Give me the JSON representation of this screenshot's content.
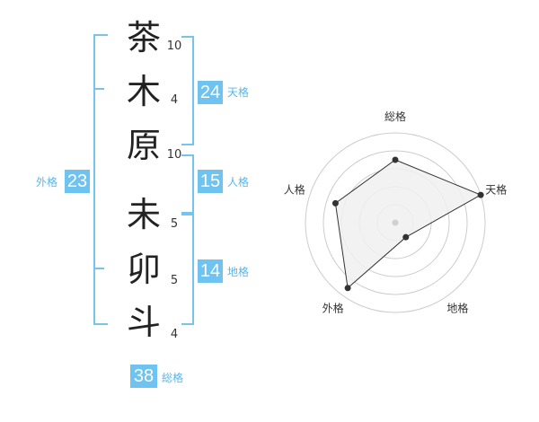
{
  "name_chars": [
    "茶",
    "木",
    "原",
    "未",
    "卯",
    "斗"
  ],
  "strokes": [
    "10",
    "4",
    "10",
    "5",
    "5",
    "4"
  ],
  "groups": {
    "gaikaku": {
      "value": "23",
      "label": "外格"
    },
    "tenkaku": {
      "value": "24",
      "label": "天格"
    },
    "jinkaku": {
      "value": "15",
      "label": "人格"
    },
    "chikaku": {
      "value": "14",
      "label": "地格"
    },
    "soukaku": {
      "value": "38",
      "label": "総格"
    }
  },
  "chart_data": {
    "type": "radar",
    "axes": [
      "総格",
      "天格",
      "地格",
      "外格",
      "人格"
    ],
    "values": [
      3.5,
      5,
      1,
      4.5,
      3.5
    ],
    "max": 5,
    "grid_rings": 5,
    "colors": {
      "fill": "#f0f0f0",
      "line": "#333333",
      "grid": "#cccccc",
      "accent": "#6fc3f0"
    }
  }
}
